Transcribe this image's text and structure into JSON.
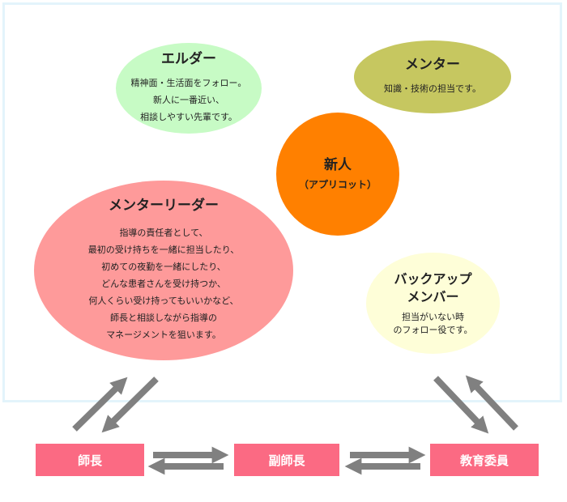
{
  "elder": {
    "title": "エルダー",
    "desc": "精神面・生活面をフォロー。\n新人に一番近い、\n相談しやすい先輩です。"
  },
  "mentor": {
    "title": "メンター",
    "desc": "知識・技術の担当です。"
  },
  "newbie": {
    "title": "新人",
    "subtitle": "（アプリコット）"
  },
  "leader": {
    "title": "メンターリーダー",
    "desc": "指導の責任者として、\n最初の受け持ちを一緒に担当したり、\n初めての夜勤を一緒にしたり、\nどんな患者さんを受け持つか、\n何人くらい受け持ってもいいかなど、\n師長と相談しながら指導の\nマネージメントを狙います。"
  },
  "backup": {
    "title": "バックアップ\nメンバー",
    "desc": "担当がいない時\nのフォロー役です。"
  },
  "boxes": {
    "chief": "師長",
    "vice": "副師長",
    "edu": "教育委員"
  },
  "colors": {
    "elder": "#c7fbc5",
    "mentor": "#c6c760",
    "newbie": "#ff8000",
    "leader": "#fe9a9a",
    "backup": "#fefed8",
    "box": "#fb6a83",
    "arrow": "#808080",
    "panel_border": "#e3f4fb"
  }
}
